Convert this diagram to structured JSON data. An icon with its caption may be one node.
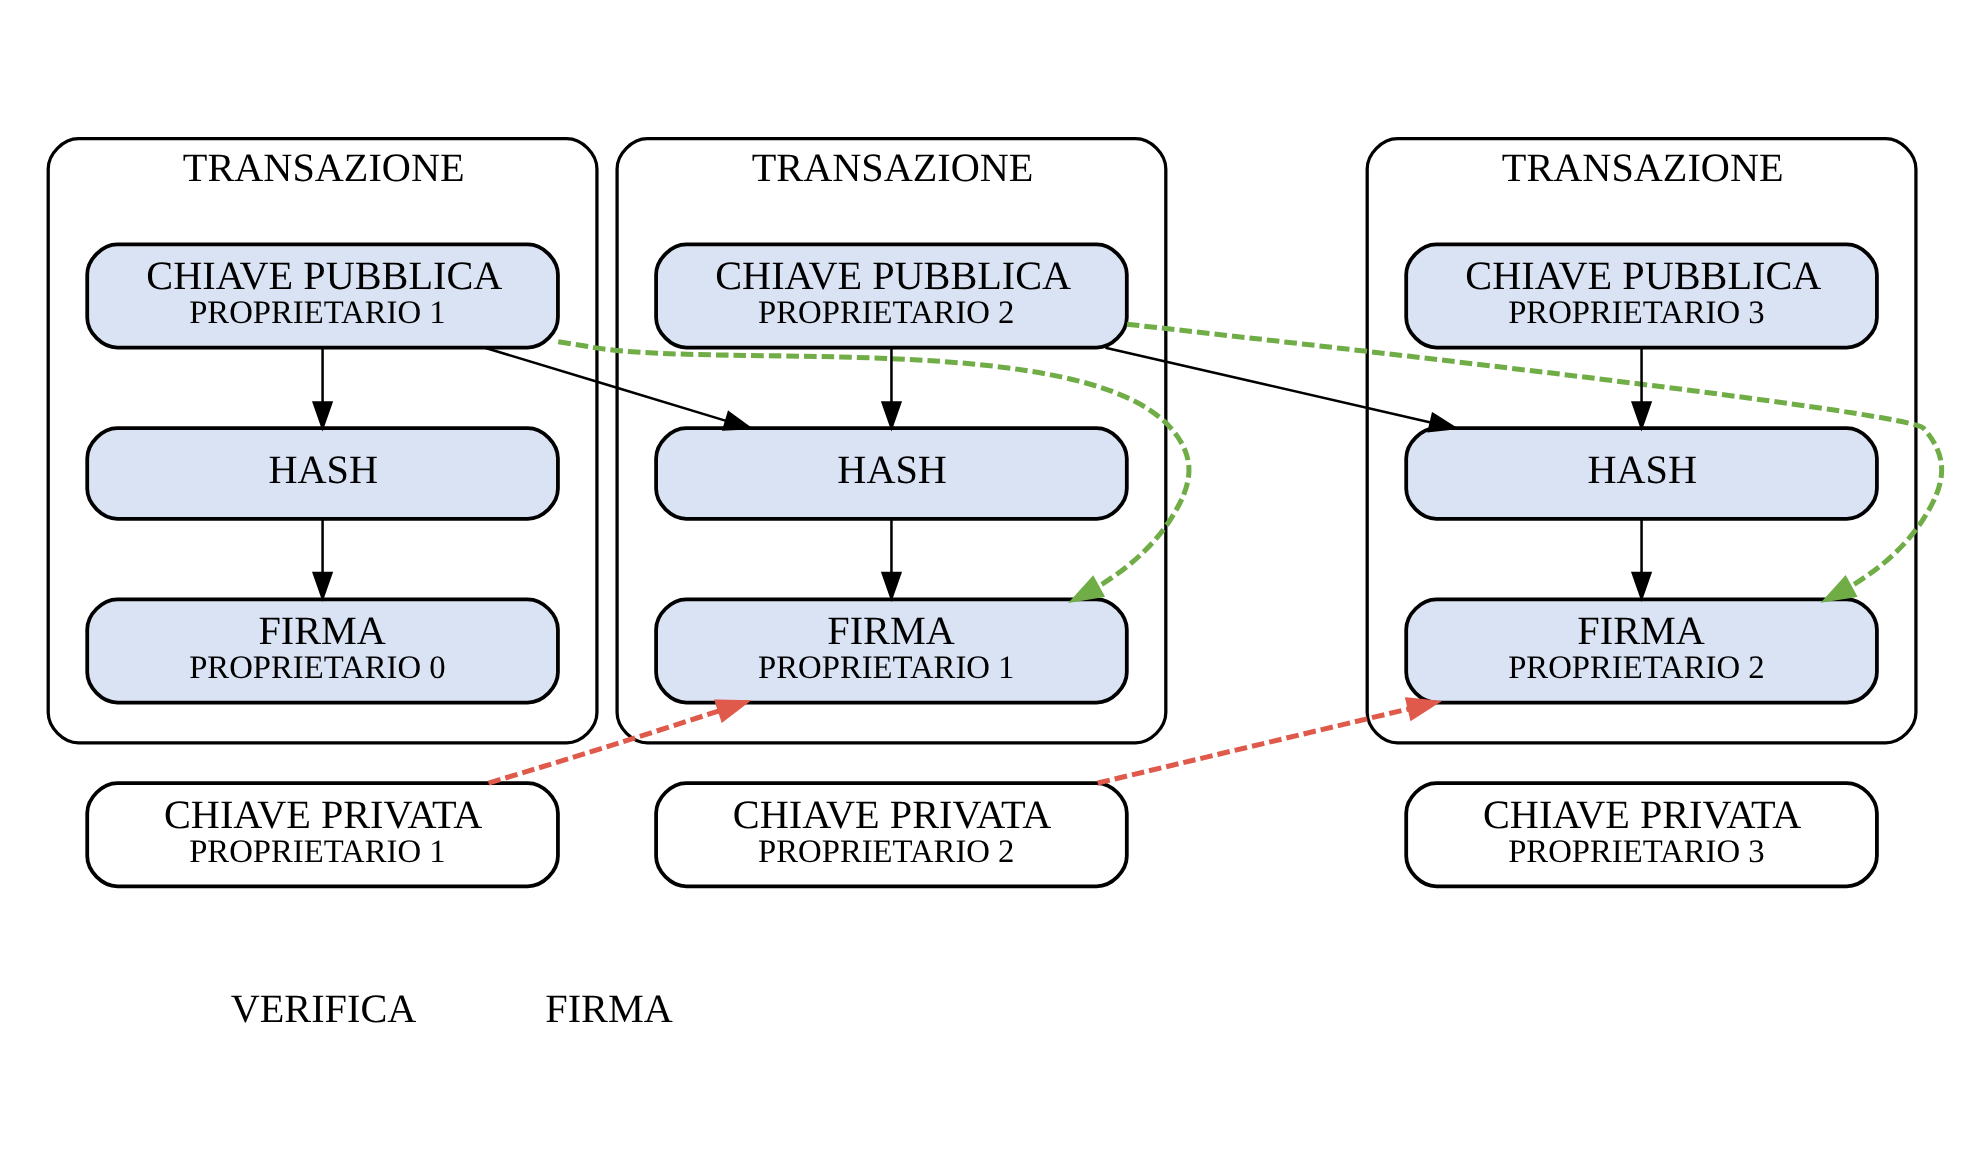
{
  "diagram": {
    "nodes": [
      {
        "text": [
          "TRANSAZIONE"
        ]
      },
      {
        "text": [
          "CHIAVE PUBBLICA",
          "PROPRIETARIO 1"
        ],
        "in": 0
      },
      {
        "text": [
          "HASH"
        ],
        "in": 0
      },
      {
        "text": [
          "FIRMA",
          "PROPRIETARIO 0"
        ],
        "in": 0
      },
      {
        "text": [
          "TRANSAZIONE"
        ]
      },
      {
        "text": [
          "CHIAVE PUBBLICA",
          "PROPRIETARIO 2"
        ],
        "in": 4
      },
      {
        "text": [
          "HASH"
        ],
        "in": 4
      },
      {
        "text": [
          "FIRMA",
          "PROPRIETARIO 1"
        ],
        "in": 4
      },
      {
        "text": [
          "TRANSAZIONE"
        ]
      },
      {
        "text": [
          "CHIAVE PUBBLICA",
          "PROPRIETARIO 3"
        ],
        "in": 8
      },
      {
        "text": [
          "HASH"
        ],
        "in": 8
      },
      {
        "text": [
          "FIRMA",
          "PROPRIETARIO 2"
        ],
        "in": 8
      },
      {
        "text": [
          "CHIAVE PRIVATA",
          "PROPRIETARIO 1"
        ]
      },
      {
        "text": [
          "CHIAVE PRIVATA",
          "PROPRIETARIO 2"
        ]
      },
      {
        "text": [
          "CHIAVE PRIVATA",
          "PROPRIETARIO 3"
        ]
      }
    ],
    "edges": [
      {
        "from": 1,
        "to": 2,
        "arrow": "to"
      },
      {
        "from": 2,
        "to": 3,
        "arrow": "to"
      },
      {
        "from": 1,
        "to": 6,
        "arrow": "to"
      },
      {
        "from": 1,
        "to": 7,
        "arrow": "to",
        "style": "dashed",
        "color": "#70ad47"
      },
      {
        "from": 5,
        "to": 6,
        "arrow": "to"
      },
      {
        "from": 6,
        "to": 7,
        "arrow": "to"
      },
      {
        "from": 5,
        "to": 10,
        "arrow": "to"
      },
      {
        "from": 5,
        "to": 11,
        "arrow": "to",
        "style": "dashed",
        "color": "#70ad47"
      },
      {
        "from": 9,
        "to": 10,
        "arrow": "to"
      },
      {
        "from": 10,
        "to": 11,
        "arrow": "to"
      },
      {
        "from": 12,
        "to": 7,
        "arrow": "to",
        "style": "dashed",
        "color": "#e05a4b"
      },
      {
        "from": 13,
        "to": 11,
        "arrow": "to",
        "style": "dashed",
        "color": "#e05a4b"
      }
    ],
    "legend": [
      {
        "text": "VERIFICA"
      },
      {
        "text": "FIRMA"
      }
    ]
  }
}
